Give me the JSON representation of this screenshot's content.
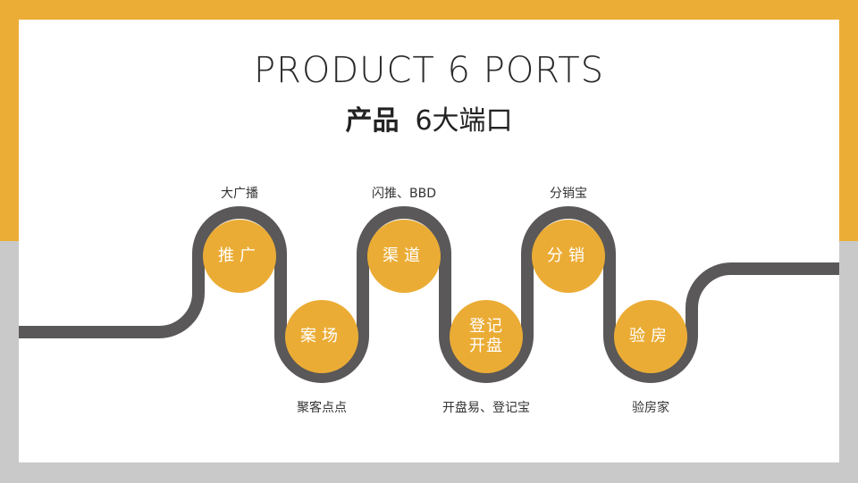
{
  "title": {
    "english": "PRODUCT 6 PORTS",
    "chinese_bold": "产品",
    "chinese_regular": "6大端口"
  },
  "colors": {
    "accent_orange": "#ecad36",
    "node_orange": "#ebac35",
    "path_gray": "#5a5858",
    "frame_gray": "#c9c9c9",
    "panel_white": "#ffffff"
  },
  "ports": [
    {
      "node": "推广",
      "caption": "大广播",
      "position": "top"
    },
    {
      "node": "案场",
      "caption": "聚客点点",
      "position": "bottom"
    },
    {
      "node": "渠道",
      "caption": "闪推、BBD",
      "position": "top"
    },
    {
      "node_line1": "登记",
      "node_line2": "开盘",
      "caption": "开盘易、登记宝",
      "position": "bottom"
    },
    {
      "node": "分销",
      "caption": "分销宝",
      "position": "top"
    },
    {
      "node": "验房",
      "caption": "验房家",
      "position": "bottom"
    }
  ]
}
